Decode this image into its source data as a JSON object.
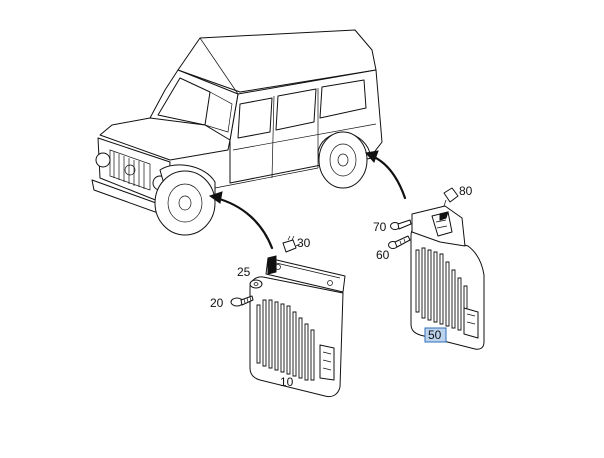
{
  "callouts": {
    "c10": "10",
    "c20": "20",
    "c25": "25",
    "c30": "30",
    "c50": "50",
    "c60": "60",
    "c70": "70",
    "c80": "80"
  },
  "colors": {
    "line": "#111111",
    "highlight_fill": "#bcd3ee",
    "highlight_stroke": "#2f6fb5",
    "background": "#ffffff"
  }
}
